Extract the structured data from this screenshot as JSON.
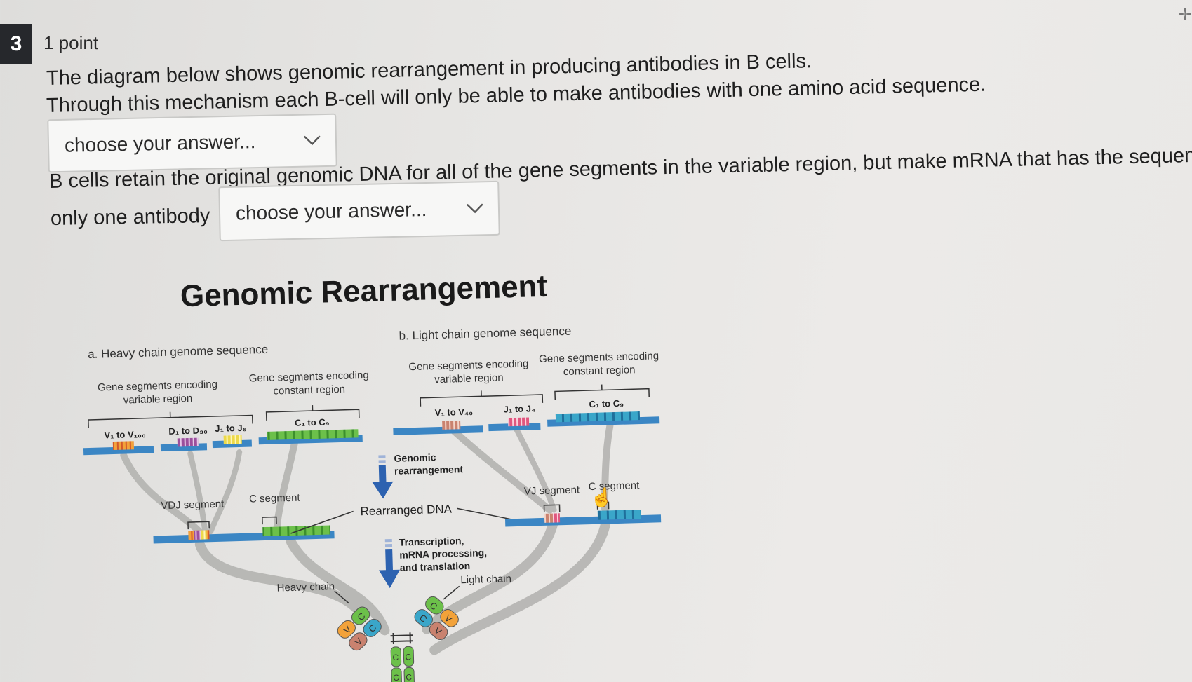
{
  "question": {
    "number": "3",
    "points": "1 point",
    "line1": "The diagram below shows genomic rearrangement in producing antibodies in B cells.",
    "line2": "Through this mechanism each B-cell will only be able to make antibodies with one amino acid sequence.",
    "line3": "B cells retain the original  genomic DNA for all of the gene segments in the variable region, but make mRNA that has the sequence for",
    "line4": "only one antibody",
    "dropdown1": {
      "selected": "choose your answer..."
    },
    "dropdown2": {
      "selected": "choose your answer..."
    }
  },
  "diagram": {
    "title": "Genomic Rearrangement",
    "heavy": {
      "heading": "a. Heavy chain genome sequence",
      "variable_label_1": "Gene segments encoding",
      "variable_label_2": "variable region",
      "constant_label_1": "Gene segments encoding",
      "constant_label_2": "constant region",
      "v_segment": "V₁ to V₁₀₀",
      "d_segment": "D₁ to D₃₀",
      "j_segment": "J₁ to J₆",
      "c_segment": "C₁ to C₉",
      "vdj_label": "VDJ segment",
      "c_label": "C segment",
      "chain_label": "Heavy chain"
    },
    "light": {
      "heading": "b. Light chain genome sequence",
      "variable_label_1": "Gene segments encoding",
      "variable_label_2": "variable region",
      "constant_label_1": "Gene segments encoding",
      "constant_label_2": "constant region",
      "v_segment": "V₁ to V₄₀",
      "j_segment": "J₁ to J₄",
      "c_segment": "C₁ to C₉",
      "vj_label": "VJ segment",
      "c_label": "C segment",
      "chain_label": "Light chain"
    },
    "step1_1": "Genomic",
    "step1_2": "rearrangement",
    "rearranged_label": "Rearranged DNA",
    "step2_1": "Transcription,",
    "step2_2": "mRNA processing,",
    "step2_3": "and translation",
    "domain_v": "V",
    "domain_c": "C"
  },
  "colors": {
    "dna_blue": "#3b86c4",
    "v_orange": "#f2a23a",
    "d_purple": "#9b4f9c",
    "j_yellow": "#ecd94a",
    "c_green": "#6cc04a",
    "light_v_brown": "#c9826f",
    "light_j_pink": "#e0577f",
    "light_c_teal": "#3aa6c9",
    "arrow_blue": "#2d62b0",
    "ribbon_gray": "#b4b4b1",
    "badge_bg": "#26282c"
  },
  "icons": {
    "dropdown": "chevron-down-icon",
    "pin": "pin-icon",
    "cursor": "hand-cursor-icon"
  }
}
